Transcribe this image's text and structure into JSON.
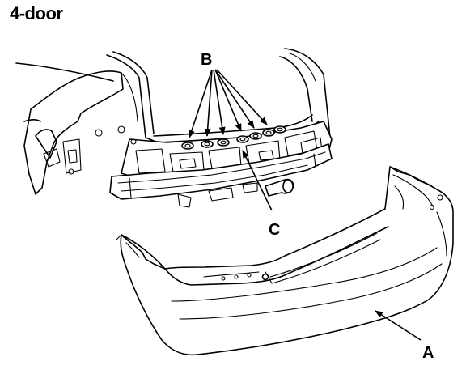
{
  "title": "4-door",
  "callouts": {
    "a": "A",
    "b": "B",
    "c": "C"
  },
  "colors": {
    "line": "#000000",
    "background": "#ffffff"
  }
}
